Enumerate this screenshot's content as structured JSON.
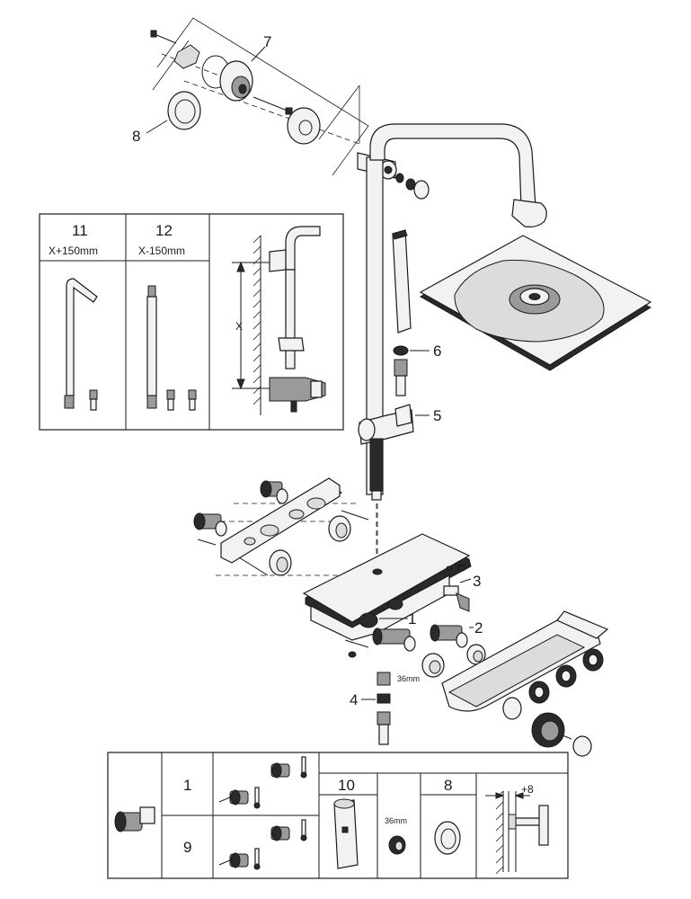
{
  "callouts": {
    "c1": "1",
    "c2": "2",
    "c3": "3",
    "c4": "4",
    "c5": "5",
    "c6": "6",
    "c7": "7",
    "c8": "8"
  },
  "inset_top": {
    "col11_num": "11",
    "col11_len": "X+150mm",
    "col12_num": "12",
    "col12_len": "X-150mm",
    "dim_x": "X"
  },
  "main_wrench": "36mm",
  "bottom_table": {
    "row1": "1",
    "row9": "9",
    "col10": "10",
    "wrench": "36mm",
    "col8": "8",
    "plus8": "+8"
  }
}
